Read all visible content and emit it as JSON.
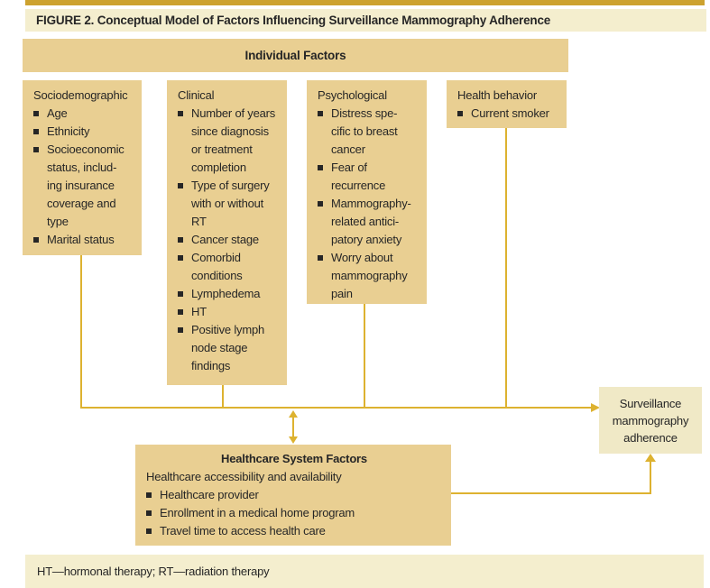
{
  "figure_title": "FIGURE 2. Conceptual Model of Factors Influencing Surveillance Mammography Adherence",
  "individual_factors": {
    "label": "Individual Factors"
  },
  "factor_boxes": [
    {
      "heading": "Sociodemographic",
      "items": [
        "Age",
        "Ethnicity",
        "Socioeconomic\nstatus, includ-\ning insurance\ncoverage and\ntype",
        "Marital status"
      ]
    },
    {
      "heading": "Clinical",
      "items": [
        "Number of years\nsince diagnosis\nor treatment\ncompletion",
        "Type of surgery\nwith or without\nRT",
        "Cancer stage",
        "Comorbid\nconditions",
        "Lymphedema",
        "HT",
        "Positive lymph\nnode stage\nfindings"
      ]
    },
    {
      "heading": "Psychological",
      "items": [
        "Distress spe-\ncific to breast\ncancer",
        "Fear of\nrecurrence",
        "Mammography-\nrelated antici-\npatory anxiety",
        "Worry about\nmammography\npain"
      ]
    },
    {
      "heading": "Health behavior",
      "items": [
        "Current smoker"
      ]
    }
  ],
  "healthcare_system": {
    "title": "Healthcare System Factors",
    "subtitle": "Healthcare accessibility and availability",
    "items": [
      "Healthcare provider",
      "Enrollment in a medical home program",
      "Travel time to access health care"
    ]
  },
  "outcome": {
    "label": "Surveillance\nmammography\nadherence"
  },
  "footnote": "HT—hormonal therapy; RT—radiation therapy",
  "colors": {
    "accent_line_gold": "#ddb230",
    "top_bar_gold": "#cda22e",
    "factor_box_tan": "#e9cf92",
    "band_cream": "#f4eece",
    "outcome_box_cream": "#f0e9c6",
    "text": "#262626"
  }
}
